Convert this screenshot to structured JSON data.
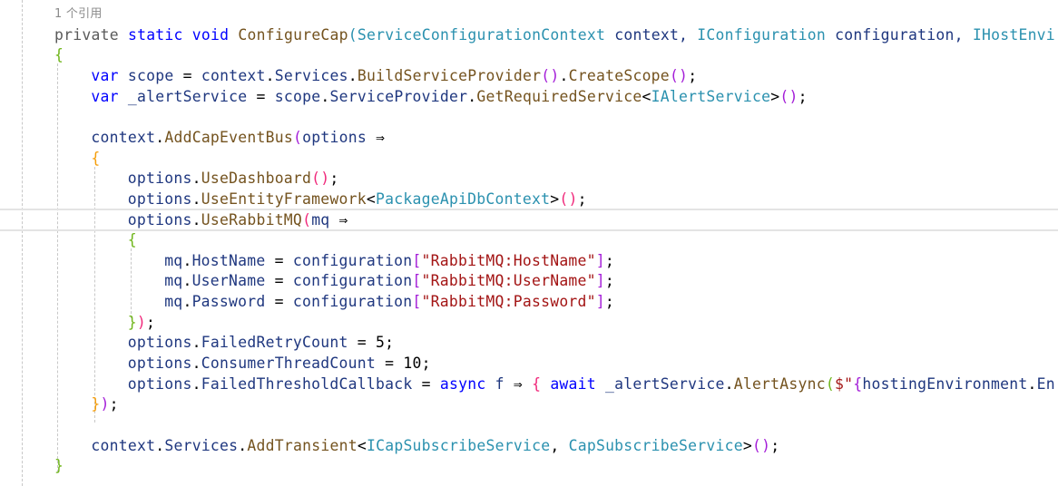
{
  "editor": {
    "codelens": "1 个引用",
    "colors": {
      "keyword": "#0000ff",
      "modifier": "#5a5a5a",
      "method": "#74531f",
      "type": "#2b91af",
      "ident": "#1f377f",
      "plain": "#000000",
      "string": "#a31515",
      "brace_green": "#6fb51a",
      "brace_purple": "#a41ed8",
      "brace_orange": "#f59e0b",
      "brace_pink": "#f0287a"
    },
    "lines": [
      {
        "indent": 0,
        "tokens": [
          [
            "private ",
            "modifier"
          ],
          [
            "static ",
            "keyword"
          ],
          [
            "void ",
            "keyword"
          ],
          [
            "ConfigureCap",
            "method"
          ],
          [
            "(",
            "type"
          ],
          [
            "ServiceConfigurationContext ",
            "type"
          ],
          [
            "context, ",
            "ident"
          ],
          [
            "IConfiguration ",
            "type"
          ],
          [
            "configuration, ",
            "ident"
          ],
          [
            "IHostEnvi",
            "type"
          ]
        ]
      },
      {
        "indent": 0,
        "tokens": [
          [
            "{",
            "brace_green"
          ]
        ]
      },
      {
        "indent": 1,
        "tokens": [
          [
            "var ",
            "keyword"
          ],
          [
            "scope ",
            "ident"
          ],
          [
            "= ",
            "plain"
          ],
          [
            "context",
            "ident"
          ],
          [
            ".",
            "plain"
          ],
          [
            "Services",
            "ident"
          ],
          [
            ".",
            "plain"
          ],
          [
            "BuildServiceProvider",
            "method"
          ],
          [
            "()",
            "brace_purple"
          ],
          [
            ".",
            "plain"
          ],
          [
            "CreateScope",
            "method"
          ],
          [
            "()",
            "brace_purple"
          ],
          [
            ";",
            "plain"
          ]
        ]
      },
      {
        "indent": 1,
        "tokens": [
          [
            "var ",
            "keyword"
          ],
          [
            "_alertService ",
            "ident"
          ],
          [
            "= ",
            "plain"
          ],
          [
            "scope",
            "ident"
          ],
          [
            ".",
            "plain"
          ],
          [
            "ServiceProvider",
            "ident"
          ],
          [
            ".",
            "plain"
          ],
          [
            "GetRequiredService",
            "method"
          ],
          [
            "<",
            "plain"
          ],
          [
            "IAlertService",
            "type"
          ],
          [
            ">",
            "plain"
          ],
          [
            "()",
            "brace_purple"
          ],
          [
            ";",
            "plain"
          ]
        ]
      },
      {
        "indent": 0,
        "tokens": []
      },
      {
        "indent": 1,
        "tokens": [
          [
            "context",
            "ident"
          ],
          [
            ".",
            "plain"
          ],
          [
            "AddCapEventBus",
            "method"
          ],
          [
            "(",
            "brace_purple"
          ],
          [
            "options ",
            "ident"
          ],
          [
            "⇒",
            "plain"
          ]
        ]
      },
      {
        "indent": 1,
        "tokens": [
          [
            "{",
            "brace_orange"
          ]
        ]
      },
      {
        "indent": 2,
        "tokens": [
          [
            "options",
            "ident"
          ],
          [
            ".",
            "plain"
          ],
          [
            "UseDashboard",
            "method"
          ],
          [
            "()",
            "brace_pink"
          ],
          [
            ";",
            "plain"
          ]
        ]
      },
      {
        "indent": 2,
        "tokens": [
          [
            "options",
            "ident"
          ],
          [
            ".",
            "plain"
          ],
          [
            "UseEntityFramework",
            "method"
          ],
          [
            "<",
            "plain"
          ],
          [
            "PackageApiDbContext",
            "type"
          ],
          [
            ">",
            "plain"
          ],
          [
            "()",
            "brace_pink"
          ],
          [
            ";",
            "plain"
          ]
        ]
      },
      {
        "indent": 2,
        "tokens": [
          [
            "options",
            "ident"
          ],
          [
            ".",
            "plain"
          ],
          [
            "UseRabbitMQ",
            "method"
          ],
          [
            "(",
            "brace_pink"
          ],
          [
            "mq ",
            "ident"
          ],
          [
            "⇒",
            "plain"
          ]
        ]
      },
      {
        "indent": 2,
        "tokens": [
          [
            "{",
            "brace_green"
          ]
        ]
      },
      {
        "indent": 3,
        "tokens": [
          [
            "mq",
            "ident"
          ],
          [
            ".",
            "plain"
          ],
          [
            "HostName ",
            "ident"
          ],
          [
            "= ",
            "plain"
          ],
          [
            "configuration",
            "ident"
          ],
          [
            "[",
            "brace_purple"
          ],
          [
            "\"RabbitMQ:HostName\"",
            "string"
          ],
          [
            "]",
            "brace_purple"
          ],
          [
            ";",
            "plain"
          ]
        ]
      },
      {
        "indent": 3,
        "tokens": [
          [
            "mq",
            "ident"
          ],
          [
            ".",
            "plain"
          ],
          [
            "UserName ",
            "ident"
          ],
          [
            "= ",
            "plain"
          ],
          [
            "configuration",
            "ident"
          ],
          [
            "[",
            "brace_purple"
          ],
          [
            "\"RabbitMQ:UserName\"",
            "string"
          ],
          [
            "]",
            "brace_purple"
          ],
          [
            ";",
            "plain"
          ]
        ]
      },
      {
        "indent": 3,
        "tokens": [
          [
            "mq",
            "ident"
          ],
          [
            ".",
            "plain"
          ],
          [
            "Password ",
            "ident"
          ],
          [
            "= ",
            "plain"
          ],
          [
            "configuration",
            "ident"
          ],
          [
            "[",
            "brace_purple"
          ],
          [
            "\"RabbitMQ:Password\"",
            "string"
          ],
          [
            "]",
            "brace_purple"
          ],
          [
            ";",
            "plain"
          ]
        ]
      },
      {
        "indent": 2,
        "tokens": [
          [
            "}",
            "brace_green"
          ],
          [
            ")",
            "brace_pink"
          ],
          [
            ";",
            "plain"
          ]
        ]
      },
      {
        "indent": 2,
        "tokens": [
          [
            "options",
            "ident"
          ],
          [
            ".",
            "plain"
          ],
          [
            "FailedRetryCount ",
            "ident"
          ],
          [
            "= 5;",
            "plain"
          ]
        ]
      },
      {
        "indent": 2,
        "tokens": [
          [
            "options",
            "ident"
          ],
          [
            ".",
            "plain"
          ],
          [
            "ConsumerThreadCount ",
            "ident"
          ],
          [
            "= 10;",
            "plain"
          ]
        ]
      },
      {
        "indent": 2,
        "tokens": [
          [
            "options",
            "ident"
          ],
          [
            ".",
            "plain"
          ],
          [
            "FailedThresholdCallback ",
            "ident"
          ],
          [
            "= ",
            "plain"
          ],
          [
            "async ",
            "keyword"
          ],
          [
            "f ",
            "ident"
          ],
          [
            "⇒ ",
            "plain"
          ],
          [
            "{ ",
            "brace_pink"
          ],
          [
            "await ",
            "keyword"
          ],
          [
            "_alertService",
            "ident"
          ],
          [
            ".",
            "plain"
          ],
          [
            "AlertAsync",
            "method"
          ],
          [
            "(",
            "brace_green"
          ],
          [
            "$\"",
            "string"
          ],
          [
            "{",
            "brace_purple"
          ],
          [
            "hostingEnvironment",
            "ident"
          ],
          [
            ".",
            "plain"
          ],
          [
            "En",
            "ident"
          ]
        ]
      },
      {
        "indent": 1,
        "tokens": [
          [
            "}",
            "brace_orange"
          ],
          [
            ")",
            "brace_purple"
          ],
          [
            ";",
            "plain"
          ]
        ]
      },
      {
        "indent": 0,
        "tokens": []
      },
      {
        "indent": 1,
        "tokens": [
          [
            "context",
            "ident"
          ],
          [
            ".",
            "plain"
          ],
          [
            "Services",
            "ident"
          ],
          [
            ".",
            "plain"
          ],
          [
            "AddTransient",
            "method"
          ],
          [
            "<",
            "plain"
          ],
          [
            "ICapSubscribeService",
            "type"
          ],
          [
            ", ",
            "plain"
          ],
          [
            "CapSubscribeService",
            "type"
          ],
          [
            ">",
            "plain"
          ],
          [
            "()",
            "brace_purple"
          ],
          [
            ";",
            "plain"
          ]
        ]
      },
      {
        "indent": 0,
        "tokens": [
          [
            "}",
            "brace_green"
          ]
        ]
      }
    ]
  }
}
